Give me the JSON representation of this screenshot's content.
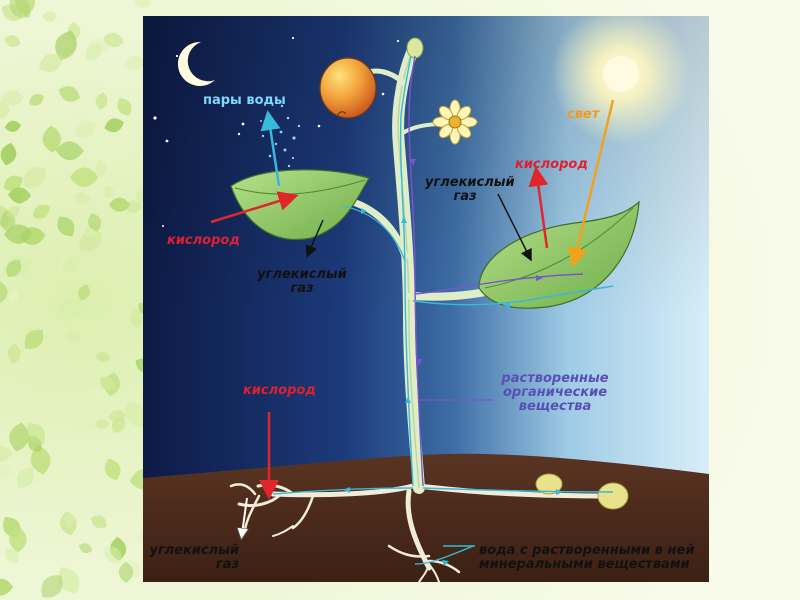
{
  "colors": {
    "night_sky": "#0d1a45",
    "day_sky": "#cfe9f6",
    "soil": "#4a2a1a",
    "leaf": "#8fcf6a",
    "stem": "#dfeec9",
    "oxygen_arrow": "#e0262a",
    "light_arrow": "#f2a11a",
    "water_arrow": "#37b9d8",
    "organic_arrow": "#7b55c9",
    "label_night_light": "#ffffff",
    "label_day_dark": "#1a1a1a",
    "label_red": "#e02030",
    "label_orange": "#f09a20",
    "label_purple": "#5a4fb5"
  },
  "labels": {
    "water_vapor": "пары воды",
    "light": "свет",
    "oxygen_top": "кислород",
    "co2_top_line1": "углекислый",
    "co2_top_line2": "газ",
    "oxygen_left": "кислород",
    "co2_mid_line1": "углекислый",
    "co2_mid_line2": "газ",
    "oxygen_bottom": "кислород",
    "organic_line1": "растворенные",
    "organic_line2": "органические",
    "organic_line3": "вещества",
    "co2_bottom_line1": "углекислый",
    "co2_bottom_line2": "газ",
    "water_min_line1": "вода с растворенными в ней",
    "water_min_line2": "минеральными веществами"
  }
}
